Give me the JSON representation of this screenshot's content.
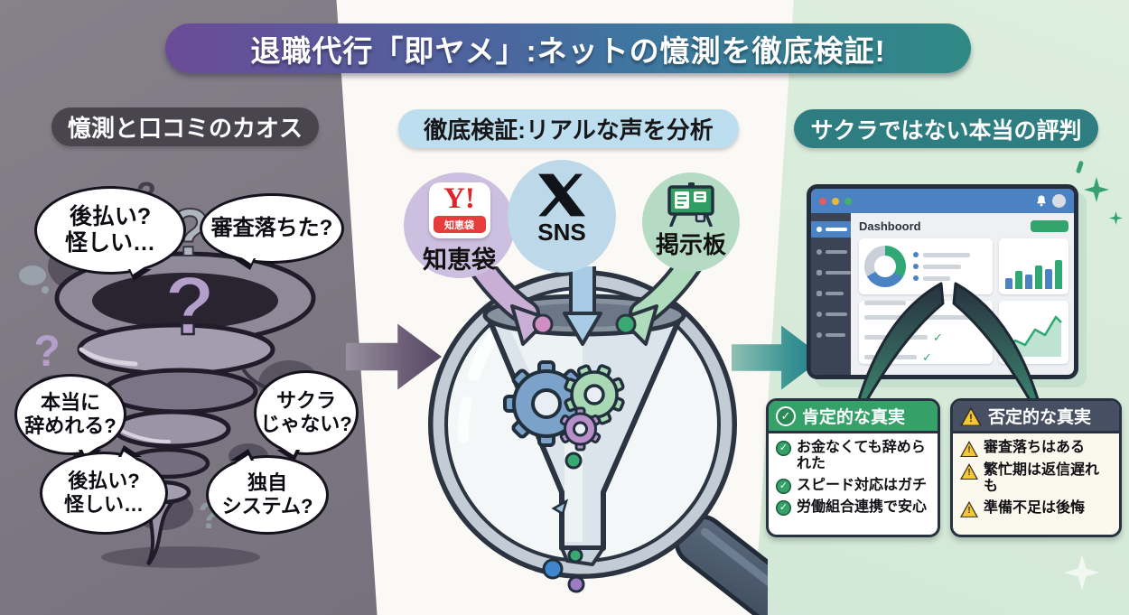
{
  "title": "退職代行「即ヤメ」:ネットの憶測を徹底検証!",
  "chaos": {
    "header": "憶測と口コミのカオス",
    "bubbles": [
      "後払い?\n怪しい…",
      "審査落ちた?",
      "本当に\n辞めれる?",
      "サクラ\nじゃない?",
      "後払い?\n怪しい…",
      "独自\nシステム?"
    ]
  },
  "analysis": {
    "header": "徹底検証:リアルな声を分析",
    "sources": [
      {
        "label": "知恵袋",
        "badge_main": "Y!",
        "badge_sub": "知恵袋"
      },
      {
        "label": "SNS"
      },
      {
        "label": "掲示板"
      }
    ]
  },
  "results": {
    "header": "サクラではない本当の評判",
    "dashboard": {
      "title": "Dashboord"
    },
    "positive": {
      "header": "肯定的な真実",
      "items": [
        "お金なくても辞められた",
        "スピード対応はガチ",
        "労働組合連携で安心"
      ]
    },
    "negative": {
      "header": "否定的な真実",
      "items": [
        "審査落ちはある",
        "繁忙期は返信遅れも",
        "準備不足は後悔"
      ]
    }
  },
  "colors": {
    "banner_gradient": [
      "#6b4b97",
      "#50619e",
      "#2f8a85"
    ],
    "left_bg": "#7b7681",
    "mid_bg": "#fbf9f6",
    "right_bg": "#d5e9d9",
    "positive_green": "#35a169",
    "negative_slate": "#475063",
    "warning_yellow": "#f5c638",
    "dashboard_blue": "#4a82c4",
    "dashboard_green": "#2fa873"
  }
}
